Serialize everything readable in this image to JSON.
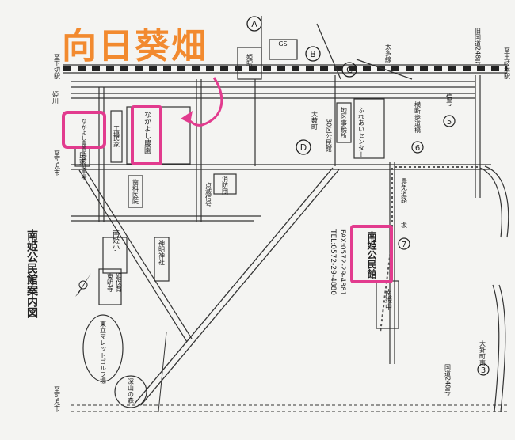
{
  "headline": "向日葵畑",
  "map_title": "南姫公民館案内図",
  "contact": {
    "tel": "TEL:0572-29-4880",
    "fax": "FAX:0572-29-4881"
  },
  "roads": {
    "to_shimokiri": "至下切駅",
    "to_kani_top": "至可児市",
    "to_kani_bottom": "至可児市",
    "to_tokimoto": "至土岐本駅",
    "old_route248": "旧国道248号",
    "route248": "国道248号",
    "tajimi_line": "太多線",
    "station": "姫駅",
    "river": "姫川"
  },
  "markers": {
    "A": "A",
    "B": "B",
    "C": "C",
    "D": "D",
    "gs": "GS",
    "omiyacho": "大薮町",
    "m3": "3",
    "m3_label": "大針町南",
    "m5": "5",
    "m5_label": "信号",
    "m6": "6",
    "m6_label": "横断歩道橋",
    "m7": "7",
    "m7_label": "坂",
    "farm_road": "農免道路",
    "signal_blink": "点滅信号"
  },
  "places": {
    "field": "なかよし農園",
    "temp_parking": "なかよし農園臨時駐車場",
    "kojo_a": "工場",
    "kojo_b": "民家",
    "minka": "民家",
    "ophthalmology": "歯科医院",
    "fire": "消防団",
    "nanki_school": "南姫小",
    "shinmei": "神明神社",
    "hongan": "東明寺",
    "nanki_ice": "姫保育",
    "golf": "東立マレットゴルフ場",
    "forest": "深山の森",
    "center": "ふれあいセンター",
    "community_office": "地区事務所",
    "youth": "30区公民館",
    "nanki_middle": "南姫中",
    "hall": "南姫公民館"
  }
}
